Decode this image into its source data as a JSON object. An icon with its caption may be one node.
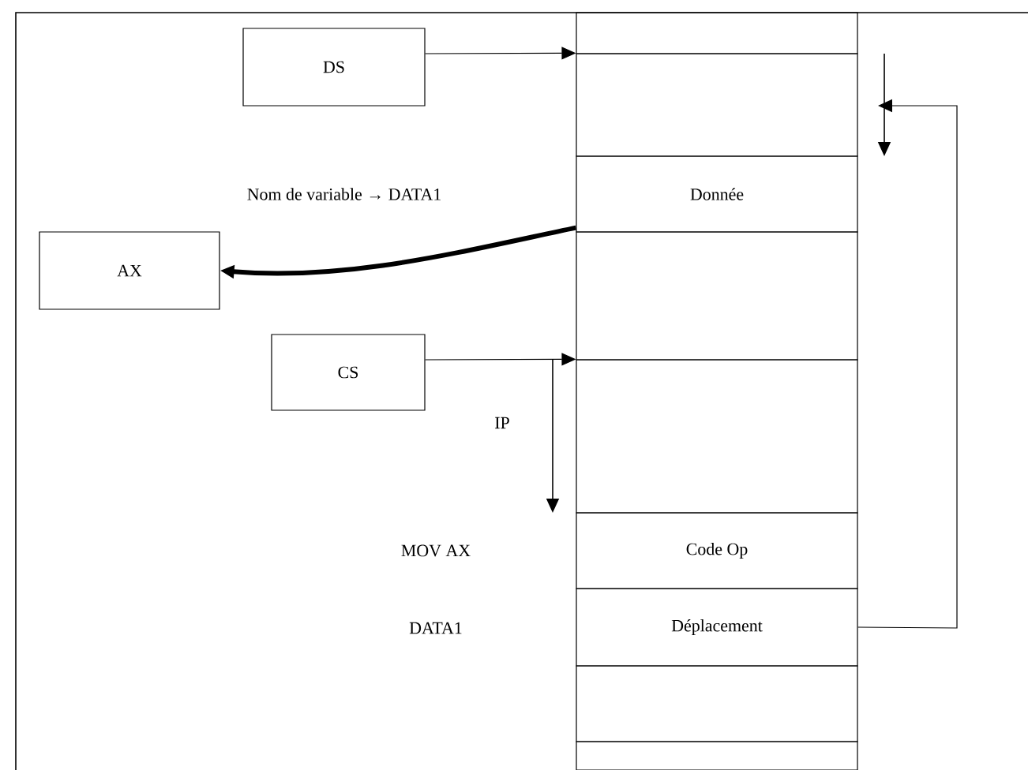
{
  "diagram": {
    "nodes": [
      {
        "text": [
          "DS"
        ]
      },
      {
        "text": [
          "AX"
        ]
      },
      {
        "text": [
          "CS"
        ]
      },
      {
        "text": [],
        "shape": "box"
      },
      {
        "text": [],
        "shape": "box"
      },
      {
        "text": [
          "Donnée"
        ]
      },
      {
        "text": [],
        "shape": "box"
      },
      {
        "text": [],
        "shape": "box"
      },
      {
        "text": [
          "Code Op"
        ]
      },
      {
        "text": [
          "Déplacement"
        ]
      },
      {
        "text": [],
        "shape": "box"
      },
      {
        "text": [],
        "shape": "box"
      }
    ],
    "edges": [
      {
        "from": 0,
        "to": 4,
        "arrow": "to"
      },
      {
        "from": 5,
        "to": 1,
        "arrow": "to",
        "style": "thick"
      },
      {
        "from": 2,
        "to": 7,
        "arrow": "to"
      },
      {
        "from": 9,
        "to": null,
        "arrow": "to"
      }
    ],
    "labels": [
      "Nom de variable → DATA1",
      "IP",
      "MOV AX",
      "DATA1"
    ]
  }
}
